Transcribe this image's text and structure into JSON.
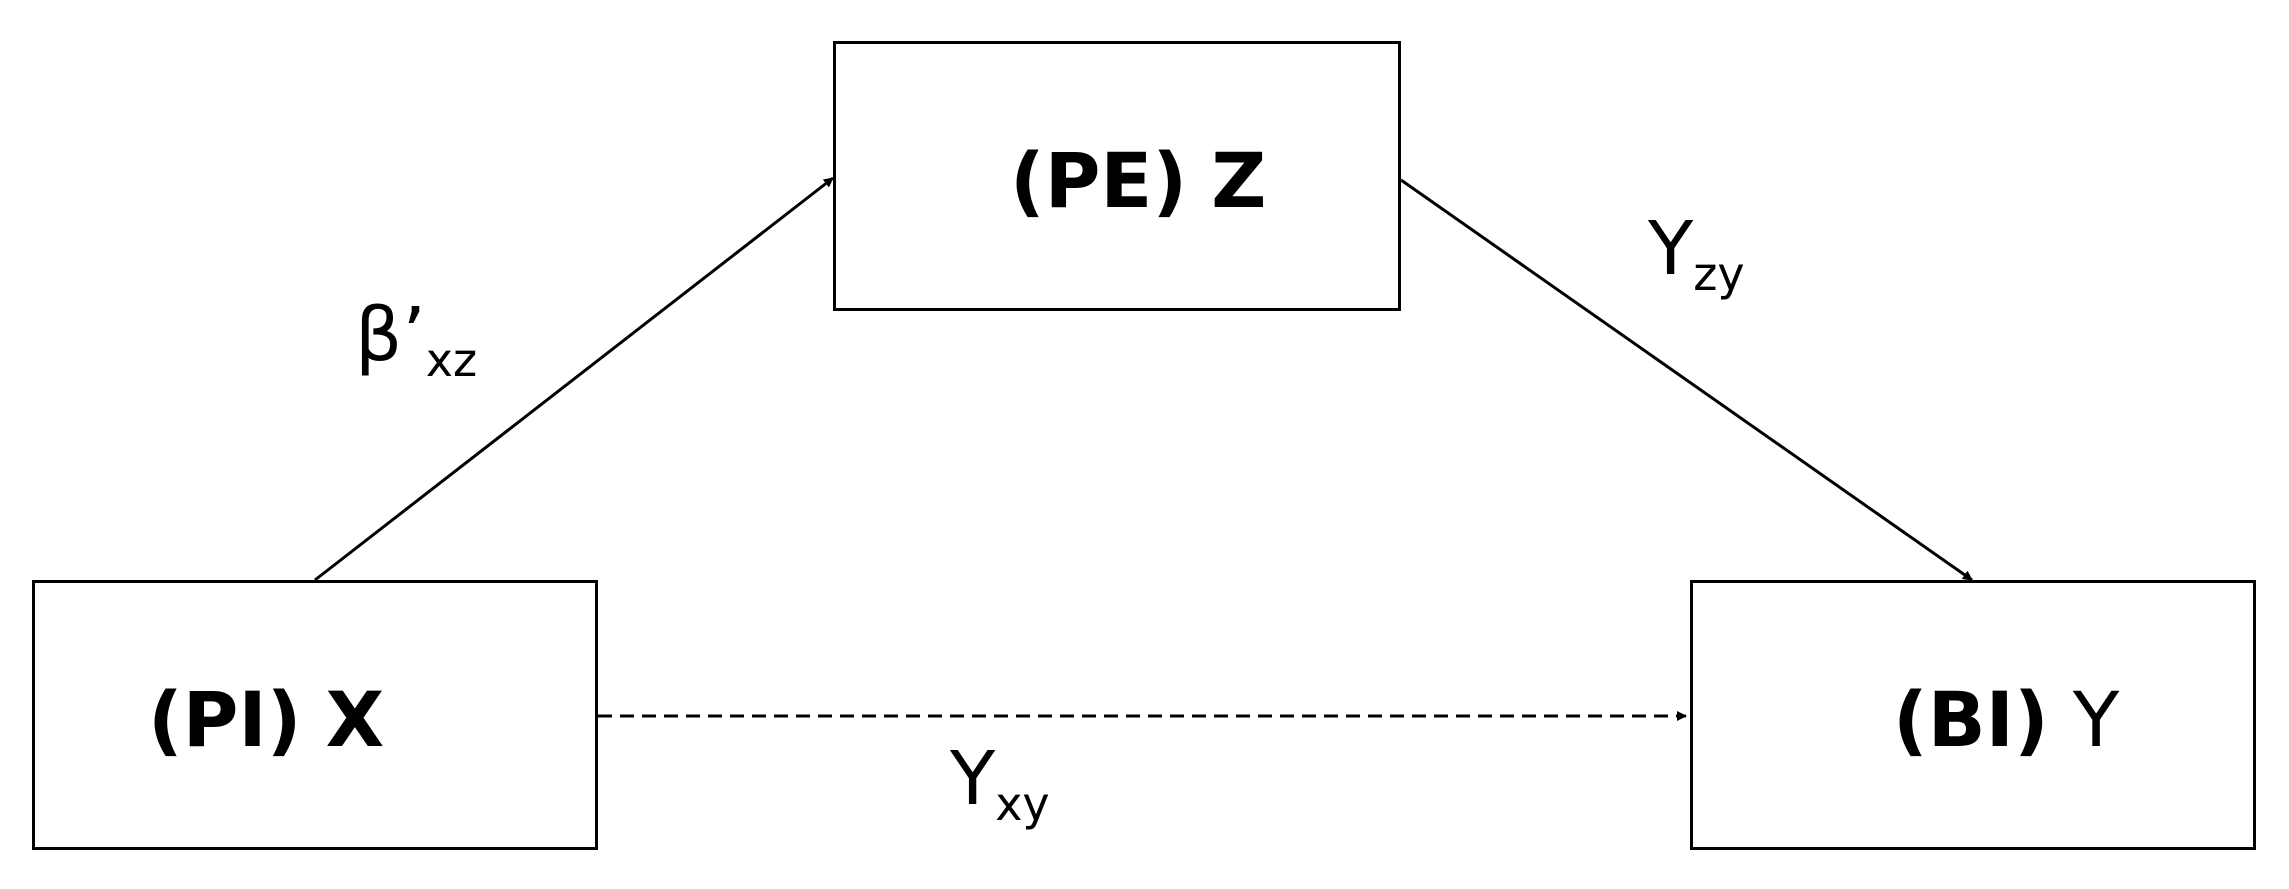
{
  "nodes": {
    "x": {
      "prefix": "(PI)",
      "letter": "X"
    },
    "z": {
      "prefix": "(PE)",
      "letter": "Z"
    },
    "y": {
      "prefix": "(BI)",
      "letter": "Y"
    }
  },
  "edges": {
    "xz": {
      "symbol": "β’",
      "subscript": "xz",
      "style": "solid"
    },
    "zy": {
      "symbol": "Y",
      "subscript": "zy",
      "style": "solid"
    },
    "xy": {
      "symbol": "Y",
      "subscript": "xy",
      "style": "dashed"
    }
  }
}
